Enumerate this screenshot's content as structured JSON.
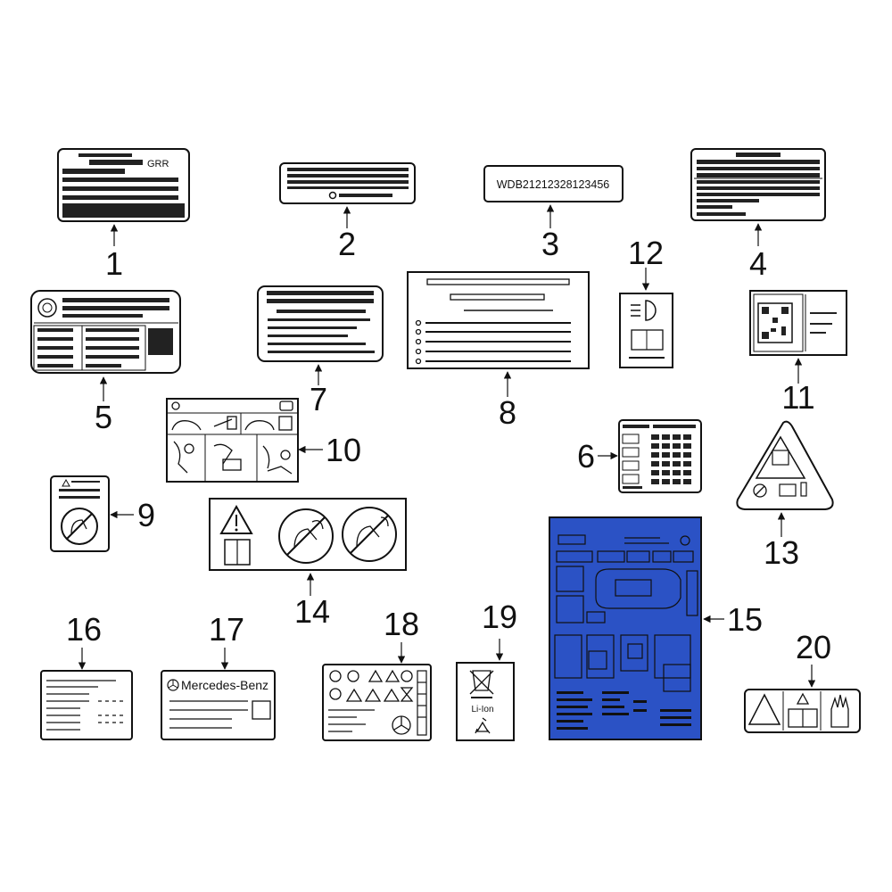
{
  "colors": {
    "line": "#111111",
    "highlight_fill": "#2b52c5",
    "background": "#ffffff"
  },
  "labels": {
    "l1": {
      "number": "1"
    },
    "l2": {
      "number": "2"
    },
    "l3": {
      "number": "3",
      "vin_text": "WDB21212328123456"
    },
    "l4": {
      "number": "4"
    },
    "l5": {
      "number": "5"
    },
    "l6": {
      "number": "6"
    },
    "l7": {
      "number": "7"
    },
    "l8": {
      "number": "8"
    },
    "l9": {
      "number": "9"
    },
    "l10": {
      "number": "10"
    },
    "l11": {
      "number": "11"
    },
    "l12": {
      "number": "12"
    },
    "l13": {
      "number": "13"
    },
    "l14": {
      "number": "14"
    },
    "l15": {
      "number": "15",
      "highlighted": true
    },
    "l16": {
      "number": "16"
    },
    "l17": {
      "number": "17",
      "brand_text": "Mercedes-Benz"
    },
    "l18": {
      "number": "18"
    },
    "l19": {
      "number": "19",
      "battery_text": "Li-Ion"
    },
    "l20": {
      "number": "20"
    }
  }
}
